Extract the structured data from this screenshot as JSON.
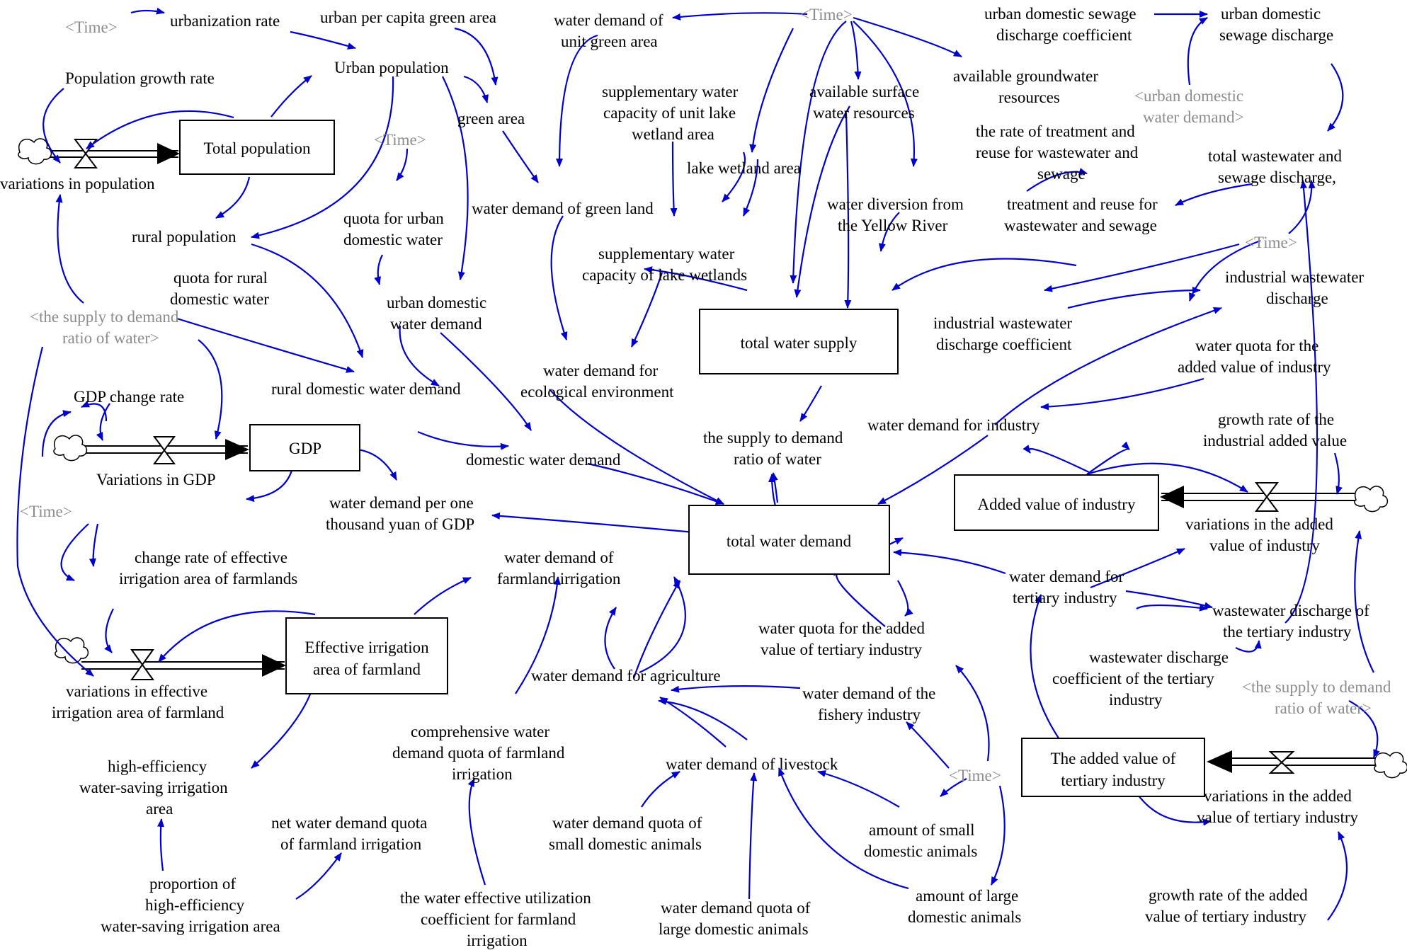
{
  "title": "",
  "colors": {
    "link": "#0000cc",
    "shadow_variable": "#8c8c8c",
    "stock_border": "#000000"
  },
  "stocks": {
    "total_population": "Total population",
    "gdp": "GDP",
    "effective_irrigation": [
      "Effective irrigation",
      "area of farmland"
    ],
    "total_water_supply": "total water supply",
    "total_water_demand": "total water demand",
    "added_value_industry": "Added value of industry",
    "added_value_tertiary": [
      "The added value of",
      "tertiary industry"
    ]
  },
  "variables": {
    "urbanization_rate": "urbanization rate",
    "urban_per_capita_green": "urban per capita green area",
    "urban_population": "Urban population",
    "population_growth_rate": "Population growth rate",
    "variations_in_population": "variations in population",
    "rural_population": "rural population",
    "green_area": "green area",
    "water_demand_unit_green": [
      "water demand of",
      "unit green area"
    ],
    "water_demand_green_land": "water demand of green land",
    "quota_urban_domestic": [
      "quota for urban",
      "domestic water"
    ],
    "quota_rural_domestic": [
      "quota for rural",
      "domestic water"
    ],
    "urban_domestic_demand": [
      "urban domestic",
      "water demand"
    ],
    "rural_domestic_demand": "rural domestic water demand",
    "domestic_water_demand": "domestic water demand",
    "gdp_change_rate": "GDP change rate",
    "variations_in_gdp": "Variations in GDP",
    "water_per_thousand_gdp": [
      "water demand per one",
      "thousand yuan of GDP"
    ],
    "change_rate_irrigation": [
      "change rate of effective",
      "irrigation area of farmlands"
    ],
    "variations_irrigation": [
      "variations in effective",
      "irrigation area of farmland"
    ],
    "high_efficiency_area": [
      "high-efficiency",
      "water-saving irrigation",
      "area"
    ],
    "proportion_high_efficiency": [
      "proportion of",
      "high-efficiency",
      "water-saving irrigation area"
    ],
    "net_quota_irrigation": [
      "net water demand quota",
      "of farmland irrigation"
    ],
    "comprehensive_quota": [
      "comprehensive water",
      "demand quota of farmland",
      "irrigation"
    ],
    "effective_utilization": [
      "the water effective utilization",
      "coefficient for farmland",
      "irrigation"
    ],
    "farmland_irrigation_demand": [
      "water demand of",
      "farmland irrigation"
    ],
    "agriculture_demand": "water demand for agriculture",
    "supplementary_unit_lake": [
      "supplementary water",
      "capacity of unit lake",
      "wetland area"
    ],
    "lake_wetland_area": "lake wetland area",
    "supplementary_lake": [
      "supplementary water",
      "capacity of lake wetlands"
    ],
    "ecological_demand": [
      "water demand for",
      "ecological environment"
    ],
    "available_surface": [
      "available surface",
      "water resources"
    ],
    "yellow_river": [
      "water diversion from",
      "the Yellow River"
    ],
    "available_groundwater": [
      "available groundwater",
      "resources"
    ],
    "rate_treatment_reuse": [
      "the rate of treatment and",
      "reuse for wastewater and",
      "sewage"
    ],
    "treatment_reuse": [
      "treatment and reuse for",
      "wastewater and sewage"
    ],
    "urban_sewage_coef": [
      "urban domestic sewage",
      "discharge coefficient"
    ],
    "urban_sewage_discharge": [
      "urban domestic",
      "sewage discharge"
    ],
    "total_wastewater": [
      "total wastewater and",
      "sewage discharge,"
    ],
    "industrial_wastewater": [
      "industrial wastewater",
      "discharge"
    ],
    "industrial_wastewater_coef": [
      "industrial wastewater",
      "discharge coefficient"
    ],
    "supply_demand_ratio": [
      "the supply to demand",
      "ratio of water"
    ],
    "water_quota_industry": [
      "water quota for the",
      "added value of industry"
    ],
    "industry_demand": "water demand for industry",
    "growth_rate_industrial": [
      "growth rate of the",
      "industrial added value"
    ],
    "variations_added_industry": [
      "variations in the added",
      "value of industry"
    ],
    "tertiary_demand": [
      "water demand for",
      "tertiary industry"
    ],
    "water_quota_tertiary": [
      "water quota for the added",
      "value of tertiary industry"
    ],
    "wastewater_tertiary": [
      "wastewater discharge of",
      "the tertiary industry"
    ],
    "wastewater_coef_tertiary": [
      "wastewater discharge",
      "coefficient of the tertiary",
      "industry"
    ],
    "fishery_demand": [
      "water demand of the",
      "fishery industry"
    ],
    "livestock_demand": "water demand of livestock",
    "quota_small_animals": [
      "water demand quota of",
      "small domestic animals"
    ],
    "quota_large_animals": [
      "water demand quota of",
      "large domestic animals"
    ],
    "amount_small_animals": [
      "amount of small",
      "domestic animals"
    ],
    "amount_large_animals": [
      "amount of large",
      "domestic animals"
    ],
    "variations_tertiary": [
      "variations in the added",
      "value of tertiary industry"
    ],
    "growth_rate_tertiary": [
      "growth rate of the added",
      "value of tertiary industry"
    ]
  },
  "shadow_variables": {
    "time": "<Time>",
    "supply_ratio_shadow": [
      "<the supply to demand",
      "ratio of water>"
    ],
    "urban_domestic_shadow": [
      "<urban domestic",
      "water demand>"
    ]
  }
}
